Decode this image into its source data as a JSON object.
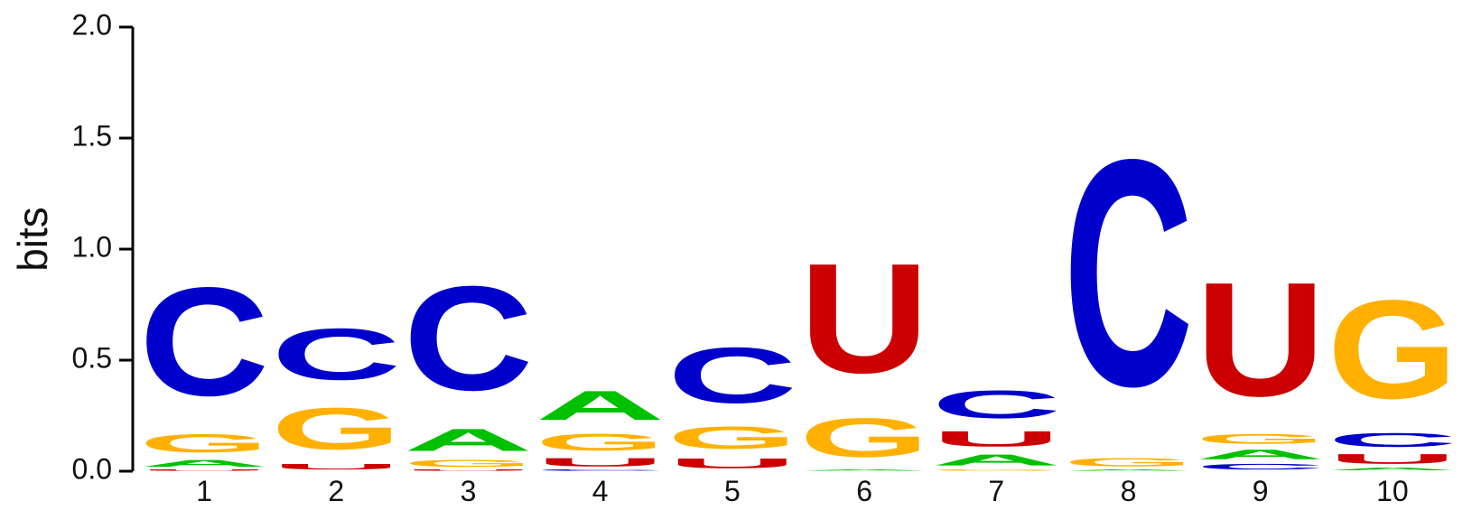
{
  "chart_data": {
    "type": "sequence-logo",
    "ylabel": "bits",
    "ylim": [
      0,
      2
    ],
    "yticks": [
      "0.0",
      "0.5",
      "1.0",
      "1.5",
      "2.0"
    ],
    "positions": [
      "1",
      "2",
      "3",
      "4",
      "5",
      "6",
      "7",
      "8",
      "9",
      "10"
    ],
    "colors": {
      "A": "#00c000",
      "C": "#0000cc",
      "G": "#ffb000",
      "U": "#cc0000"
    },
    "stacks": [
      [
        {
          "letter": "U",
          "bits": 0.01
        },
        {
          "letter": "A",
          "bits": 0.05
        },
        {
          "letter": "G",
          "bits": 0.13
        },
        {
          "letter": "C",
          "bits": 0.78
        }
      ],
      [
        {
          "letter": "U",
          "bits": 0.04
        },
        {
          "letter": "G",
          "bits": 0.3
        },
        {
          "letter": "C",
          "bits": 0.37
        }
      ],
      [
        {
          "letter": "U",
          "bits": 0.01
        },
        {
          "letter": "G",
          "bits": 0.05
        },
        {
          "letter": "A",
          "bits": 0.16
        },
        {
          "letter": "C",
          "bits": 0.75
        }
      ],
      [
        {
          "letter": "C",
          "bits": 0.01
        },
        {
          "letter": "U",
          "bits": 0.06
        },
        {
          "letter": "G",
          "bits": 0.12
        },
        {
          "letter": "A",
          "bits": 0.21
        }
      ],
      [
        {
          "letter": "U",
          "bits": 0.07
        },
        {
          "letter": "G",
          "bits": 0.16
        },
        {
          "letter": "C",
          "bits": 0.4
        }
      ],
      [
        {
          "letter": "A",
          "bits": 0.01
        },
        {
          "letter": "G",
          "bits": 0.28
        },
        {
          "letter": "U",
          "bits": 0.79
        }
      ],
      [
        {
          "letter": "G",
          "bits": 0.01
        },
        {
          "letter": "A",
          "bits": 0.08
        },
        {
          "letter": "U",
          "bits": 0.11
        },
        {
          "letter": "C",
          "bits": 0.2
        }
      ],
      [
        {
          "letter": "A",
          "bits": 0.01
        },
        {
          "letter": "G",
          "bits": 0.06
        },
        {
          "letter": "C",
          "bits": 1.63
        }
      ],
      [
        {
          "letter": "C",
          "bits": 0.04
        },
        {
          "letter": "A",
          "bits": 0.07
        },
        {
          "letter": "G",
          "bits": 0.07
        },
        {
          "letter": "U",
          "bits": 0.82
        }
      ],
      [
        {
          "letter": "A",
          "bits": 0.02
        },
        {
          "letter": "U",
          "bits": 0.07
        },
        {
          "letter": "C",
          "bits": 0.1
        },
        {
          "letter": "G",
          "bits": 0.71
        }
      ]
    ]
  }
}
